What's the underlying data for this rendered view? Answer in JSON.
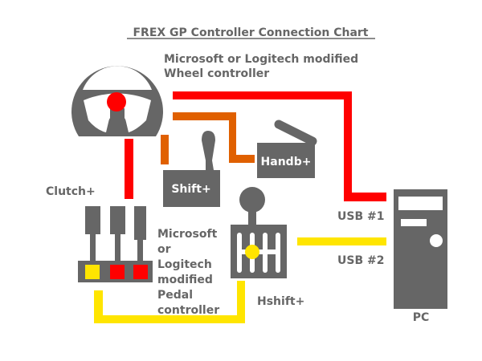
{
  "title": "FREX GP Controller Connection Chart",
  "wheel": {
    "label_line1": "Microsoft or Logitech modified",
    "label_line2": "Wheel controller"
  },
  "shifter": {
    "label": "Shift+"
  },
  "handbrake": {
    "label": "Handb+"
  },
  "clutch": {
    "label": "Clutch+"
  },
  "pedals": {
    "label_lines": [
      "Microsoft",
      "or",
      "Logitech",
      "modified",
      "Pedal",
      "controller"
    ]
  },
  "hshifter": {
    "label": "Hshift+"
  },
  "pc": {
    "label": "PC",
    "usb1": "USB #1",
    "usb2": "USB #2"
  },
  "colors": {
    "device": "#666666",
    "red_cable": "#ff0000",
    "orange_cable": "#e06000",
    "yellow_cable": "#ffe500"
  }
}
